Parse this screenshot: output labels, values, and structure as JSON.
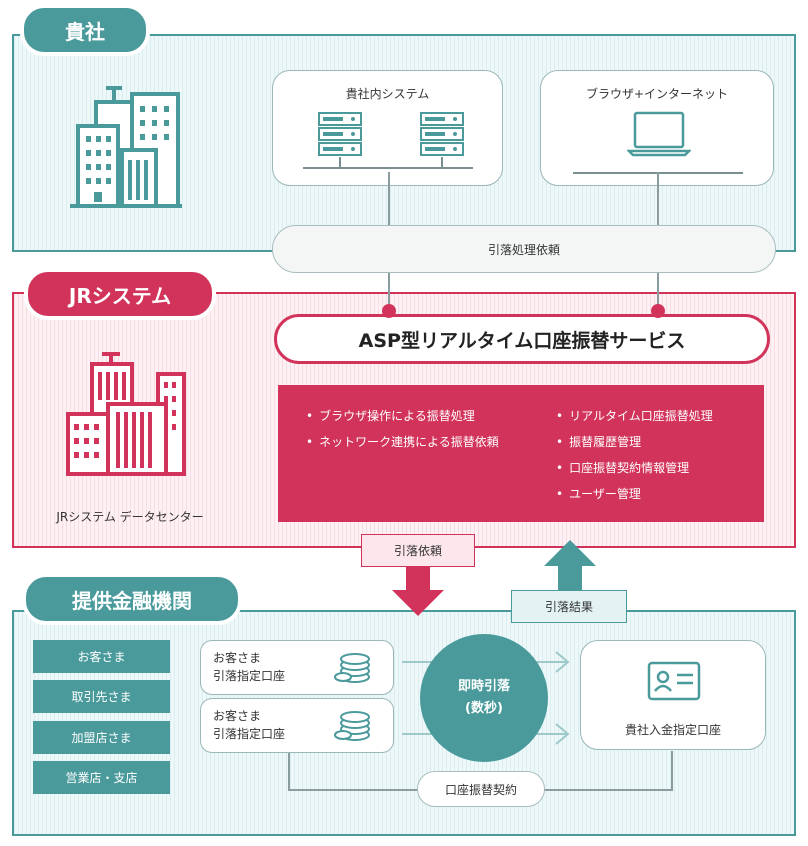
{
  "sections": {
    "client": "貴社",
    "jr": "JRシステム",
    "bank": "提供金融機関"
  },
  "client": {
    "internal_system": "貴社内システム",
    "browser_internet": "ブラウザ+インターネット",
    "request_pill": "引落処理依頼"
  },
  "jr": {
    "service_title": "ASP型リアルタイム口座振替サービス",
    "datacenter": "JRシステム データセンター",
    "features_left": [
      "ブラウザ操作による振替処理",
      "ネットワーク連携による振替依頼"
    ],
    "features_right": [
      "リアルタイム口座振替処理",
      "振替履歴管理",
      "口座振替契約情報管理",
      "ユーザー管理"
    ]
  },
  "flow": {
    "debit_request": "引落依頼",
    "debit_result": "引落結果"
  },
  "bank": {
    "customers": [
      "お客さま",
      "取引先さま",
      "加盟店さま",
      "営業店・支店"
    ],
    "account_line1": "お客さま",
    "account_line2": "引落指定口座",
    "instant_line1": "即時引落",
    "instant_line2": "(数秒)",
    "deposit_account": "貴社入金指定口座",
    "contract": "口座振替契約"
  },
  "colors": {
    "teal": "#4a9a9c",
    "crimson": "#d2335a"
  }
}
